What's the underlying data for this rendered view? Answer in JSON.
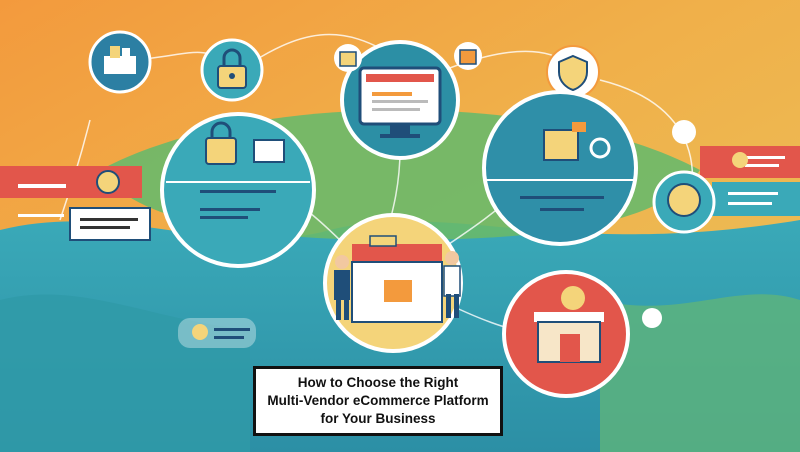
{
  "title_lines": [
    "How to Choose the Right",
    "Multi-Vendor eCommerce Platform",
    "for Your Business"
  ],
  "icons": [
    "store-building-icon",
    "padlock-icon",
    "monitor-icon",
    "shield-icon",
    "lock-card-icon",
    "pouch-icon",
    "shop-stand-icon",
    "storefront-icon",
    "money-bag-icon",
    "vendor-person-icon",
    "customer-person-icon"
  ],
  "colors": {
    "orange": "#f2a03f",
    "teal": "#3aa9b8",
    "green": "#69b96a",
    "red": "#e2564b",
    "navy": "#1f4e79",
    "yellow": "#f4d47a"
  }
}
